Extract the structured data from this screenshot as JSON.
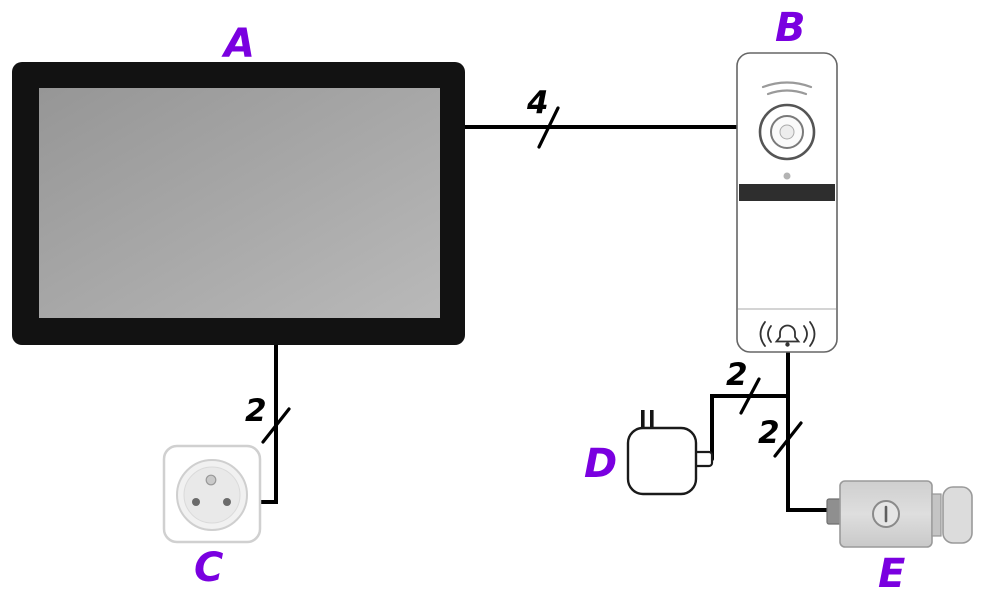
{
  "labels": {
    "monitor": "A",
    "door_station": "B",
    "outlet": "C",
    "adapter": "D",
    "lock": "E"
  },
  "wires": {
    "monitor_to_door_station_count": "4",
    "monitor_to_outlet_count": "2",
    "door_station_to_adapter_count": "2",
    "door_station_to_lock_count": "2"
  },
  "components": {
    "A": "indoor-monitor",
    "B": "door-station-panel",
    "C": "wall-power-outlet",
    "D": "power-adapter",
    "E": "electric-strike-lock"
  },
  "colors": {
    "label_purple": "#7a00e0",
    "wire_black": "#000000",
    "monitor_frame": "#121212",
    "screen_gray": "#a6a6a6",
    "panel_band": "#2e2e2e"
  }
}
